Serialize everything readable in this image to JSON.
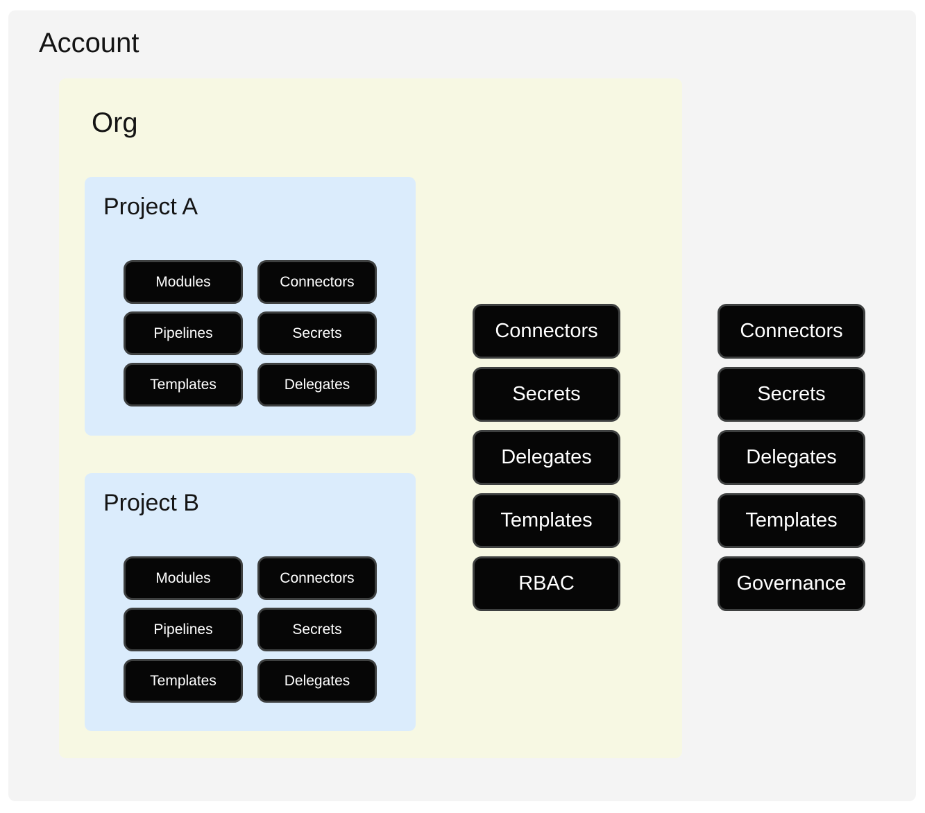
{
  "account": {
    "label": "Account",
    "resources": [
      "Connectors",
      "Secrets",
      "Delegates",
      "Templates",
      "Governance"
    ],
    "org": {
      "label": "Org",
      "resources": [
        "Connectors",
        "Secrets",
        "Delegates",
        "Templates",
        "RBAC"
      ],
      "projects": [
        {
          "label": "Project A",
          "resources": [
            "Modules",
            "Connectors",
            "Pipelines",
            "Secrets",
            "Templates",
            "Delegates"
          ]
        },
        {
          "label": "Project B",
          "resources": [
            "Modules",
            "Connectors",
            "Pipelines",
            "Secrets",
            "Templates",
            "Delegates"
          ]
        }
      ]
    }
  },
  "colors": {
    "page_bg": "#ffffff",
    "account_bg": "#f4f4f4",
    "org_bg": "#f7f8e3",
    "project_bg": "#dbecfc",
    "pill_bg": "#060606",
    "pill_border": "#3e4040",
    "pill_text": "#ffffff",
    "title_text": "#141414"
  }
}
